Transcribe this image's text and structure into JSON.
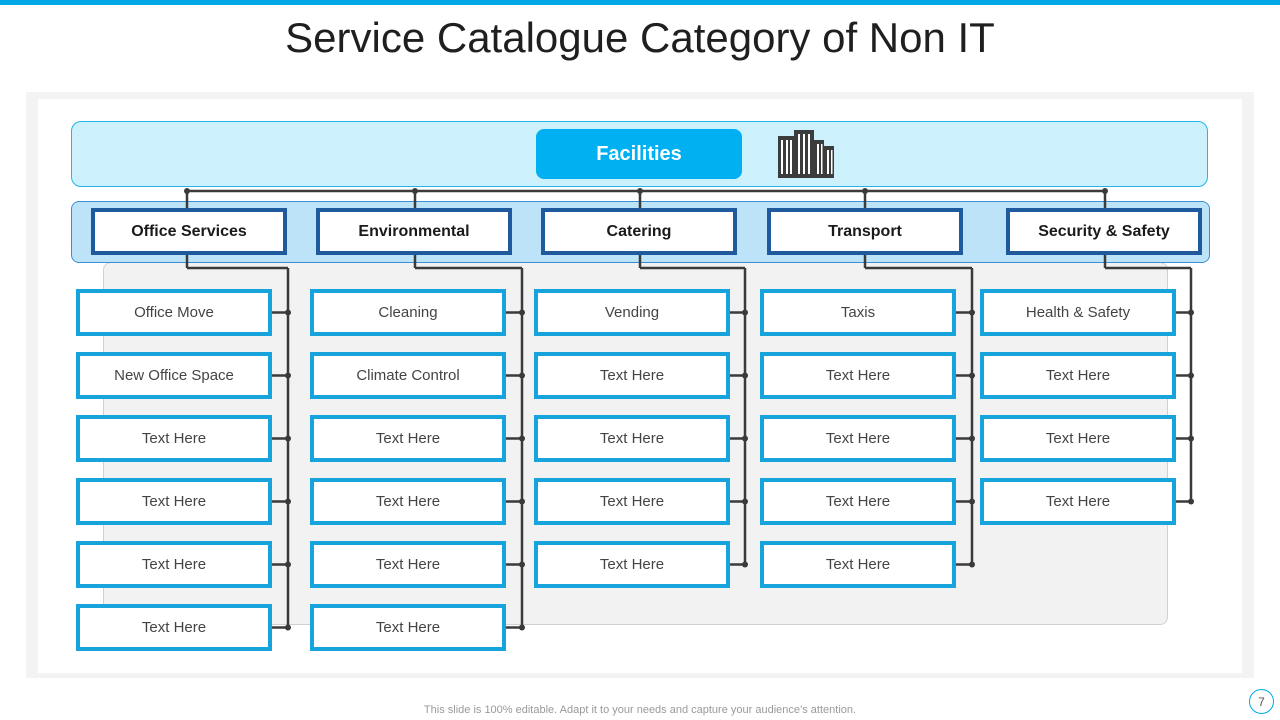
{
  "title": "Service Catalogue Category of Non IT",
  "root": {
    "label": "Facilities",
    "icon": "building-icon"
  },
  "colors": {
    "accent": "#00b0f0",
    "category_border": "#1f5b9c",
    "item_border": "#17a3dc",
    "connector": "#3a3a3a"
  },
  "categories": [
    {
      "label": "Office Services",
      "items": [
        "Office Move",
        "New Office Space",
        "Text Here",
        "Text Here",
        "Text Here",
        "Text Here"
      ]
    },
    {
      "label": "Environmental",
      "items": [
        "Cleaning",
        "Climate Control",
        "Text Here",
        "Text Here",
        "Text Here",
        "Text Here"
      ]
    },
    {
      "label": "Catering",
      "items": [
        "Vending",
        "Text Here",
        "Text Here",
        "Text Here",
        "Text Here"
      ]
    },
    {
      "label": "Transport",
      "items": [
        "Taxis",
        "Text Here",
        "Text Here",
        "Text Here",
        "Text Here"
      ]
    },
    {
      "label": "Security & Safety",
      "items": [
        "Health & Safety",
        "Text Here",
        "Text Here",
        "Text Here"
      ]
    }
  ],
  "footer": "This slide is 100% editable. Adapt it to your needs and capture your audience’s attention.",
  "page_number": "7"
}
